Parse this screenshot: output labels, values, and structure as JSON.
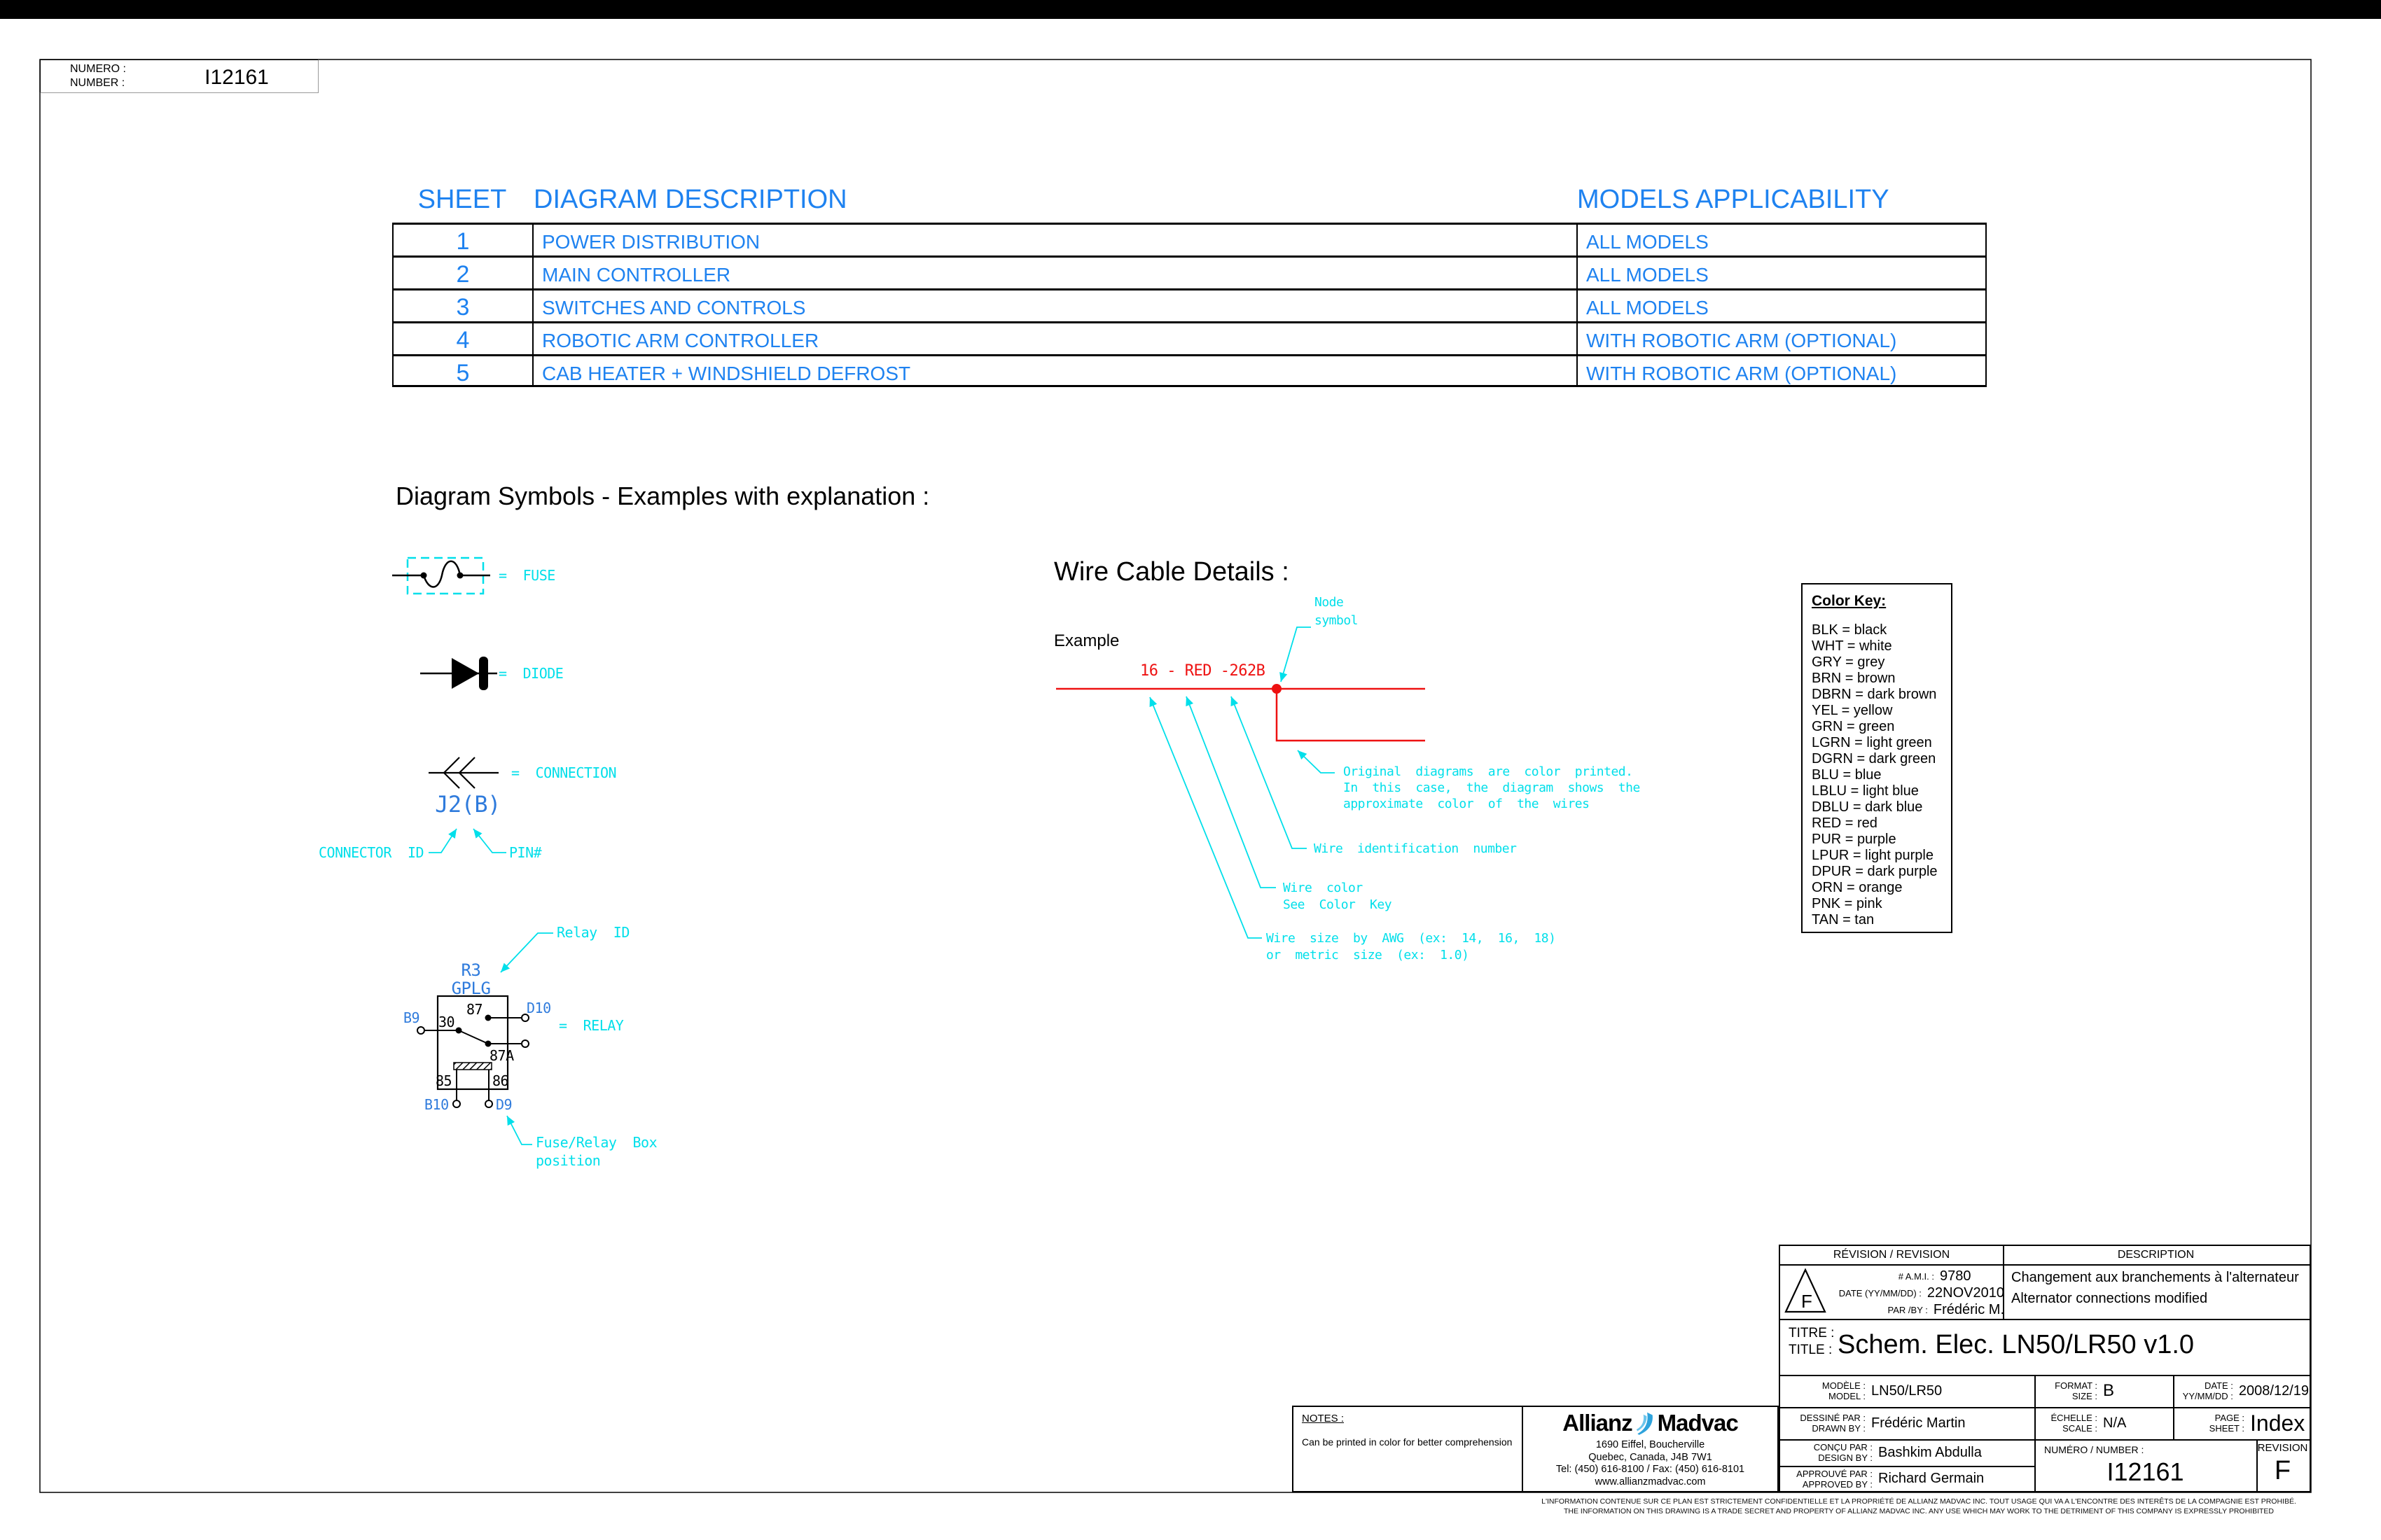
{
  "colors": {
    "accent_blue": "#1E82F0",
    "diagram_blue": "#2F7BDC",
    "cad_cyan": "#00DFEA",
    "wire_red": "#EE1111",
    "logo_blue": "#2EA3DC"
  },
  "page": {
    "number_label_fr": "NUMERO :",
    "number_label_en": "NUMBER :",
    "number_value": "I12161"
  },
  "index_table": {
    "headers": {
      "sheet": "SHEET",
      "description": "DIAGRAM DESCRIPTION",
      "models": "MODELS APPLICABILITY"
    },
    "rows": [
      {
        "sheet": "1",
        "description": "POWER DISTRIBUTION",
        "models": "ALL MODELS"
      },
      {
        "sheet": "2",
        "description": "MAIN CONTROLLER",
        "models": "ALL MODELS"
      },
      {
        "sheet": "3",
        "description": "SWITCHES AND CONTROLS",
        "models": "ALL MODELS"
      },
      {
        "sheet": "4",
        "description": "ROBOTIC ARM CONTROLLER",
        "models": "WITH ROBOTIC ARM (OPTIONAL)"
      },
      {
        "sheet": "5",
        "description": "CAB HEATER + WINDSHIELD DEFROST",
        "models": "WITH ROBOTIC ARM (OPTIONAL)"
      }
    ]
  },
  "symbols": {
    "heading": "Diagram Symbols - Examples with explanation :",
    "fuse_label": "=  FUSE",
    "diode_label": "=  DIODE",
    "connection_label": "=  CONNECTION",
    "connector_ref": "J2(B)",
    "connector_id_label": "CONNECTOR  ID",
    "pin_label": "PIN#",
    "relay_id_callout": "Relay  ID",
    "relay_ref1": "R3",
    "relay_ref2": "GPLG",
    "relay_label": "=  RELAY",
    "pin_30": "30",
    "pin_87": "87",
    "pin_87a": "87A",
    "pin_85": "85",
    "pin_86": "86",
    "pin_b9": "B9",
    "pin_d10": "D10",
    "pin_b10": "B10",
    "pin_d9": "D9",
    "frb_line1": "Fuse/Relay  Box",
    "frb_line2": "position"
  },
  "wire": {
    "heading": "Wire Cable Details :",
    "example": "Example",
    "label": "16 - RED -262B",
    "node1": "Node",
    "node2": "symbol",
    "note1a": "Original  diagrams  are  color  printed.",
    "note1b": "In  this  case,  the  diagram  shows  the",
    "note1c": "approximate  color  of  the  wires",
    "note_id": "Wire  identification  number",
    "note_color1": "Wire  color",
    "note_color2": "See  Color  Key",
    "note_size1": "Wire  size  by  AWG  (ex:  14,  16,  18)",
    "note_size2": "or  metric  size  (ex:  1.0)"
  },
  "ckey": {
    "title": "Color Key:",
    "entries": [
      "BLK = black",
      "WHT = white",
      "GRY = grey",
      "BRN = brown",
      "DBRN = dark brown",
      "YEL = yellow",
      "GRN = green",
      "LGRN = light green",
      "DGRN = dark green",
      "BLU = blue",
      "LBLU = light blue",
      "DBLU = dark blue",
      "RED = red",
      "PUR = purple",
      "LPUR = light purple",
      "DPUR = dark purple",
      "ORN = orange",
      "PNK = pink",
      "TAN = tan"
    ]
  },
  "tb": {
    "revision_header": "RÉVISION / REVISION",
    "description_header": "DESCRIPTION",
    "revision_letter": "F",
    "ami_label": "# A.M.I. :",
    "ami_value": "9780",
    "date_label": "DATE (YY/MM/DD) :",
    "date_value": "22NOV2010",
    "by_label": "PAR /BY :",
    "by_value": "Frédéric M.",
    "description_line1": "Changement aux branchements à l'alternateur",
    "description_line2": "Alternator connections modified",
    "title_label_fr": "TITRE :",
    "title_label_en": "TITLE :",
    "title_value": "Schem. Elec. LN50/LR50 v1.0",
    "model_label_fr": "MODÈLE :",
    "model_label_en": "MODEL :",
    "model_value": "LN50/LR50",
    "format_label_fr": "FORMAT :",
    "format_label_en": "SIZE :",
    "format_value": "B",
    "date2_label_fr": "DATE :",
    "date2_label_en": "YY/MM/DD :",
    "date2_value": "2008/12/19",
    "drawn_label_fr": "DESSINÉ PAR :",
    "drawn_label_en": "DRAWN BY :",
    "drawn_value": "Frédéric Martin",
    "scale_label_fr": "ÉCHELLE :",
    "scale_label_en": "SCALE :",
    "scale_value": "N/A",
    "page_label_fr": "PAGE :",
    "page_label_en": "SHEET :",
    "page_value": "Index",
    "design_label_fr": "CONÇU PAR :",
    "design_label_en": "DESIGN BY :",
    "design_value": "Bashkim Abdulla",
    "approved_label_fr": "APPROUVÉ PAR :",
    "approved_label_en": "APPROVED BY :",
    "approved_value": "Richard Germain",
    "number_label": "NUMÉRO / NUMBER :",
    "number_value": "I12161",
    "revision_label": "REVISION"
  },
  "notes": {
    "title": "NOTES :",
    "note": "Can be printed in color for better comprehension"
  },
  "co": {
    "name1": "Allianz",
    "name2": "Madvac",
    "addr1": "1690 Eiffel, Boucherville",
    "addr2": "Quebec, Canada, J4B 7W1",
    "addr3": "Tel: (450) 616-8100 / Fax: (450) 616-8101",
    "addr4": "www.allianzmadvac.com"
  },
  "legal": {
    "line1": "L'INFORMATION CONTENUE SUR CE PLAN EST STRICTEMENT CONFIDENTIELLE ET LA PROPRIÉTÉ DE ALLIANZ MADVAC INC. TOUT USAGE QUI VA A L'ENCONTRE DES INTERÊTS DE LA COMPAGNIE EST PROHIBÉ.",
    "line2": "THE INFORMATION ON THIS DRAWING IS A TRADE SECRET AND PROPERTY OF ALLIANZ MADVAC INC. ANY USE WHICH MAY WORK TO THE DETRIMENT OF THIS COMPANY IS EXPRESSLY PROHIBITED"
  }
}
